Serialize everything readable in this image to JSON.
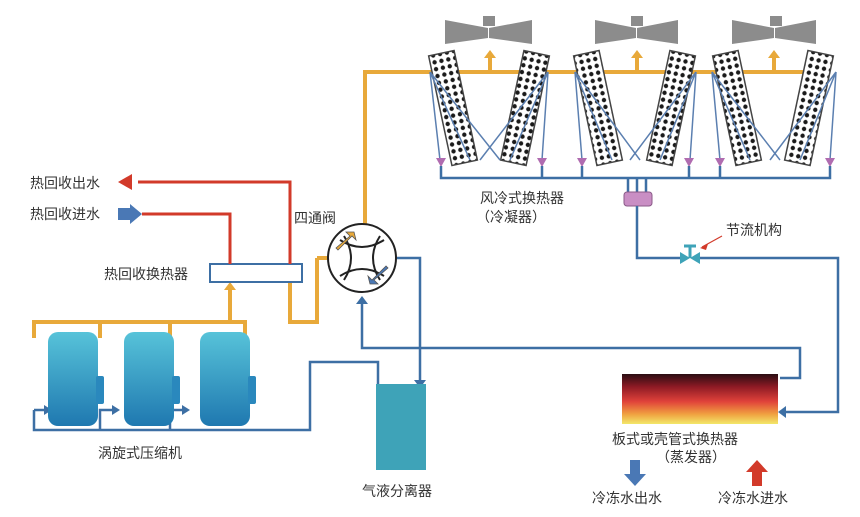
{
  "labels": {
    "heat_recovery_out": "热回收出水",
    "heat_recovery_in": "热回收进水",
    "heat_recovery_exchanger": "热回收换热器",
    "four_way_valve": "四通阀",
    "condenser_line1": "风冷式换热器",
    "condenser_line2": "（冷凝器）",
    "throttle": "节流机构",
    "scroll_compressor": "涡旋式压缩机",
    "gas_liquid_separator": "气液分离器",
    "evaporator_line1": "板式或壳管式换热器",
    "evaporator_line2": "（蒸发器）",
    "chilled_water_out": "冷冻水出水",
    "chilled_water_in": "冷冻水进水"
  },
  "colors": {
    "hot_gas_pipe": "#e8a93a",
    "return_pipe": "#3d6fa4",
    "hot_water": "#d23a2a",
    "cold_water": "#4a78b5",
    "coil_frame": "#5b7fb0",
    "fan": "#8c8c8c",
    "separator": "#3ea3b8",
    "compressor_top": "#57c3d9",
    "compressor_bottom": "#1f78b0",
    "evaporator_top": "#2a0d12",
    "evaporator_bottom": "#f2e86a"
  }
}
